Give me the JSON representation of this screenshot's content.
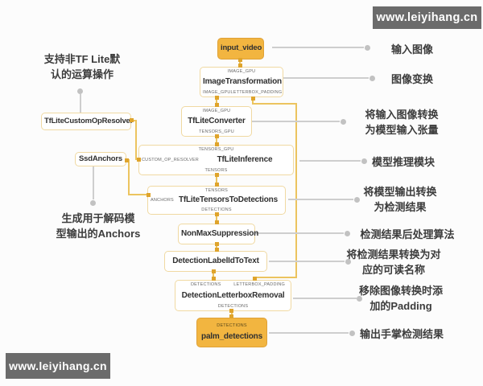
{
  "watermarks": {
    "top_right": "www.leiyihang.cn",
    "bottom_left": "www.leiyihang.cn"
  },
  "nodes": {
    "input_video": {
      "label": "input_video"
    },
    "image_transformation": {
      "label": "ImageTransformation",
      "port_top": "IMAGE_GPU",
      "port_bottom_left": "IMAGE_GPU",
      "port_bottom_right": "LETTERBOX_PADDING"
    },
    "tflite_converter": {
      "label": "TfLiteConverter",
      "port_top": "IMAGE_GPU",
      "port_bottom": "TENSORS_GPU"
    },
    "tflite_inference": {
      "label": "TfLiteInference",
      "port_top": "TENSORS_GPU",
      "port_left": "CUSTOM_OP_RESOLVER",
      "port_bottom": "TENSORS"
    },
    "tflite_tensors_to_detections": {
      "label": "TfLiteTensorsToDetections",
      "port_top": "TENSORS",
      "port_left": "ANCHORS",
      "port_bottom": "DETECTIONS"
    },
    "non_max_suppression": {
      "label": "NonMaxSuppression"
    },
    "detection_label_id_to_text": {
      "label": "DetectionLabelIdToText"
    },
    "detection_letterbox_removal": {
      "label": "DetectionLetterboxRemoval",
      "port_top_left": "DETECTIONS",
      "port_top_right": "LETTERBOX_PADDING",
      "port_bottom": "DETECTIONS"
    },
    "palm_detections": {
      "label": "palm_detections",
      "port_top": "DETECTIONS"
    },
    "tflite_custom_op_resolver": {
      "label": "TfLiteCustomOpResolver"
    },
    "ssd_anchors": {
      "label": "SsdAnchors"
    }
  },
  "annotations": {
    "left": [
      {
        "lines": [
          "支持非TF Lite默",
          "认的运算操作"
        ]
      },
      {
        "lines": [
          "生成用于解码模",
          "型输出的Anchors"
        ]
      }
    ],
    "right": [
      {
        "lines": [
          "输入图像"
        ]
      },
      {
        "lines": [
          "图像变换"
        ]
      },
      {
        "lines": [
          "将输入图像转换",
          "为模型输入张量"
        ]
      },
      {
        "lines": [
          "模型推理模块"
        ]
      },
      {
        "lines": [
          "将模型输出转换",
          "为检测结果"
        ]
      },
      {
        "lines": [
          "检测结果后处理算法"
        ]
      },
      {
        "lines": [
          "将检测结果转换为对",
          "应的可读名称"
        ]
      },
      {
        "lines": [
          "移除图像转换时添",
          "加的Padding"
        ]
      },
      {
        "lines": [
          "输出手掌检测结果"
        ]
      }
    ]
  },
  "colors": {
    "accent_node_fill": "#f2b540",
    "accent_node_border": "#dfa137",
    "node_border": "#f0d9a2",
    "edge": "#ecc45f",
    "connector_square": "#dfa42c",
    "annotation_line": "#cecece",
    "watermark_bg": "#6b6b6b"
  }
}
